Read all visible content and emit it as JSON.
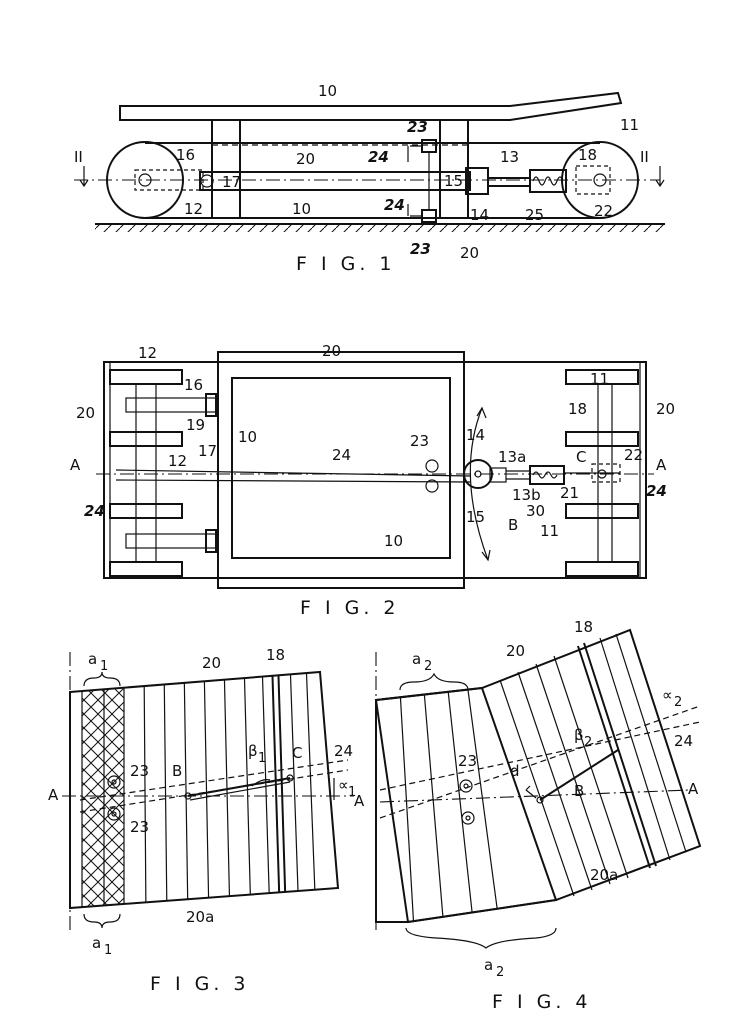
{
  "fig1": {
    "caption": "F I G. 1",
    "labels": {
      "n10_top": "10",
      "n11": "11",
      "n23_top": "23",
      "n24_top": "24",
      "n20_top": "20",
      "n13": "13",
      "n18": "18",
      "n16": "16",
      "n17": "17",
      "n15": "15",
      "n12": "12",
      "n10_bot": "10",
      "n24_bot": "24",
      "n14": "14",
      "n25": "25",
      "n22": "22",
      "n23_bot": "23",
      "n20_bot": "20",
      "sec_left": "II",
      "sec_right": "II"
    }
  },
  "fig2": {
    "caption": "F I G. 2",
    "labels": {
      "n20_top": "20",
      "n12_top": "12",
      "n16": "16",
      "n20_left": "20",
      "n19": "19",
      "n17": "17",
      "n10_mid": "10",
      "n24_mid": "24",
      "n23": "23",
      "n14": "14",
      "n13a": "13a",
      "n11_top": "11",
      "n18": "18",
      "n20_right": "20",
      "A_left": "A",
      "n12_mid": "12",
      "C": "C",
      "n22": "22",
      "A_right": "A",
      "n13b": "13b",
      "n21": "21",
      "n24_left": "24",
      "n24_right": "24",
      "n15": "15",
      "B": "B",
      "n30": "30",
      "n11_bot": "11",
      "n10_bot": "10"
    }
  },
  "fig3": {
    "caption": "F I G. 3",
    "labels": {
      "a1_top": "a",
      "a1_top_sub": "1",
      "n20": "20",
      "n18": "18",
      "n23_a": "23",
      "n23_b": "23",
      "beta1": "β",
      "beta1_sub": "1",
      "C": "C",
      "n24": "24",
      "B": "B",
      "A": "A",
      "alpha1": "∝",
      "alpha1_sub": "1",
      "n20a": "20a",
      "a1_bot": "a",
      "a1_bot_sub": "1"
    }
  },
  "fig4": {
    "caption": "F I G. 4",
    "labels": {
      "a2_top": "a",
      "a2_top_sub": "2",
      "n20": "20",
      "n18": "18",
      "alpha2": "∝",
      "alpha2_sub": "2",
      "beta2": "β",
      "beta2_sub": "2",
      "n24": "24",
      "n23": "23",
      "d": "d",
      "A_left": "A",
      "B": "B",
      "A_right": "A",
      "n20a": "20a",
      "a2_bot": "a",
      "a2_bot_sub": "2"
    }
  }
}
